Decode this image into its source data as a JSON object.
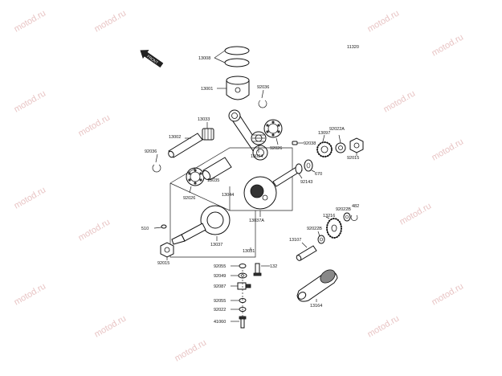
{
  "diagram_id": "11320",
  "front_mark": "FRONT",
  "watermark": "motod.ru",
  "parts": [
    {
      "id": "p13008",
      "number": "13008"
    },
    {
      "id": "p13001",
      "number": "13001"
    },
    {
      "id": "p92036a",
      "number": "92036"
    },
    {
      "id": "p13033",
      "number": "13033"
    },
    {
      "id": "p13002",
      "number": "13002"
    },
    {
      "id": "p92036b",
      "number": "92036"
    },
    {
      "id": "p92026a",
      "number": "92026"
    },
    {
      "id": "p13034",
      "number": "13034"
    },
    {
      "id": "p13035",
      "number": "13035"
    },
    {
      "id": "p13044",
      "number": "13044"
    },
    {
      "id": "p92026b",
      "number": "92026"
    },
    {
      "id": "p13037a",
      "number": "13037A"
    },
    {
      "id": "p92038",
      "number": "92038"
    },
    {
      "id": "p13097",
      "number": "13097"
    },
    {
      "id": "p92022a",
      "number": "92022A"
    },
    {
      "id": "p92015a",
      "number": "92015"
    },
    {
      "id": "p670",
      "number": "670"
    },
    {
      "id": "p92143",
      "number": "92143"
    },
    {
      "id": "p510",
      "number": "510"
    },
    {
      "id": "p13037",
      "number": "13037"
    },
    {
      "id": "p13031",
      "number": "13031"
    },
    {
      "id": "p92015b",
      "number": "92015"
    },
    {
      "id": "p13216",
      "number": "13216"
    },
    {
      "id": "p92022b",
      "number": "92022B"
    },
    {
      "id": "p482",
      "number": "482"
    },
    {
      "id": "p92022",
      "number": "92022B"
    },
    {
      "id": "p13107",
      "number": "13107"
    },
    {
      "id": "p92055a",
      "number": "92055"
    },
    {
      "id": "p132",
      "number": "132"
    },
    {
      "id": "p92049",
      "number": "92049"
    },
    {
      "id": "p92087",
      "number": "92087"
    },
    {
      "id": "p92055b",
      "number": "92055"
    },
    {
      "id": "p92022c",
      "number": "92022"
    },
    {
      "id": "p41060",
      "number": "41060"
    },
    {
      "id": "p13164",
      "number": "13164"
    }
  ]
}
